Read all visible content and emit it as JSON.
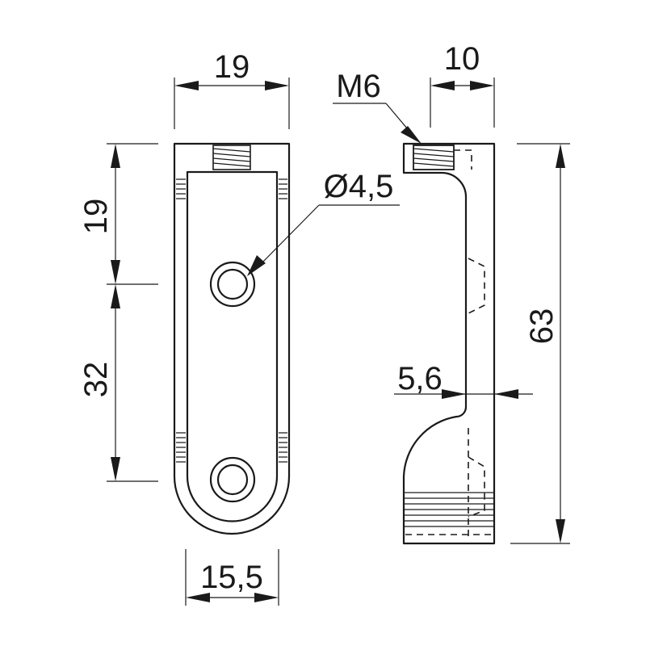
{
  "drawing": {
    "labels": {
      "top_width": "19",
      "side_depth": "10",
      "thread": "M6",
      "hole_diameter": "Ø4,5",
      "upper_distance": "19",
      "hole_spacing": "32",
      "height": "63",
      "inner_offset": "5,6",
      "bottom_width": "15,5"
    }
  }
}
